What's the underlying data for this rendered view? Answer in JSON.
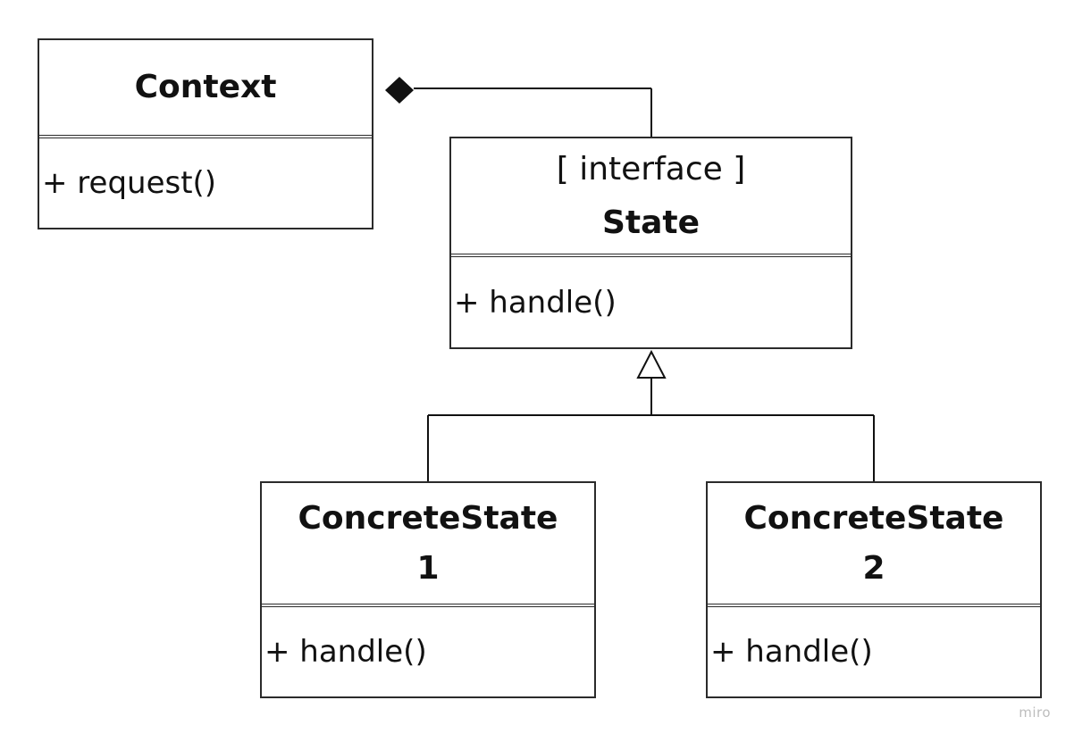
{
  "colors": {
    "line": "#111111",
    "border": "#2b2b2b",
    "background": "#ffffff",
    "watermark": "#bdbdbd"
  },
  "classes": {
    "context": {
      "name": "Context",
      "operations": [
        "+ request()"
      ]
    },
    "state": {
      "stereotype": "[ interface ]",
      "name": "State",
      "operations": [
        "+ handle()"
      ]
    },
    "concrete_state_1": {
      "name_line1": "ConcreteState",
      "name_line2": "1",
      "operations": [
        "+ handle()"
      ]
    },
    "concrete_state_2": {
      "name_line1": "ConcreteState",
      "name_line2": "2",
      "operations": [
        "+ handle()"
      ]
    }
  },
  "relations": [
    {
      "from": "Context",
      "to": "State",
      "kind": "composition"
    },
    {
      "from": "ConcreteState 1",
      "to": "State",
      "kind": "realization"
    },
    {
      "from": "ConcreteState 2",
      "to": "State",
      "kind": "realization"
    }
  ],
  "watermark": "miro"
}
